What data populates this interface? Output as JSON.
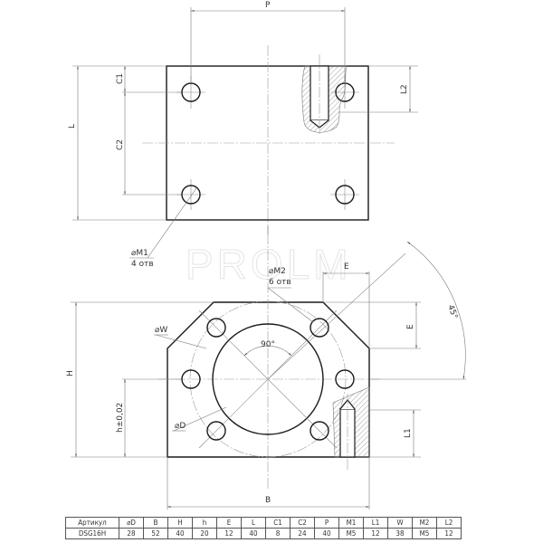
{
  "drawing": {
    "watermark": "PROLM",
    "top_view": {
      "dimensions": {
        "P": "P",
        "L": "L",
        "C1": "C1",
        "C2": "C2",
        "L2": "L2"
      },
      "callout_M1": {
        "label": "⌀M1",
        "count": "4 отв"
      }
    },
    "front_view": {
      "dimensions": {
        "H": "H",
        "h": "h±0,02",
        "B": "B",
        "E_top": "E",
        "E_side": "E",
        "L1": "L1",
        "W": "⌀W",
        "D": "⌀D",
        "angle_90": "90°",
        "angle_45": "45°"
      },
      "callout_M2": {
        "label": "⌀M2",
        "count": "6 отв"
      }
    }
  },
  "spec_table": {
    "headers": [
      "Артикул",
      "⌀D",
      "B",
      "H",
      "h",
      "E",
      "L",
      "C1",
      "C2",
      "P",
      "M1",
      "L1",
      "W",
      "M2",
      "L2"
    ],
    "rows": [
      [
        "DSG16H",
        "28",
        "52",
        "40",
        "20",
        "12",
        "40",
        "8",
        "24",
        "40",
        "M5",
        "12",
        "38",
        "M5",
        "12"
      ]
    ]
  }
}
